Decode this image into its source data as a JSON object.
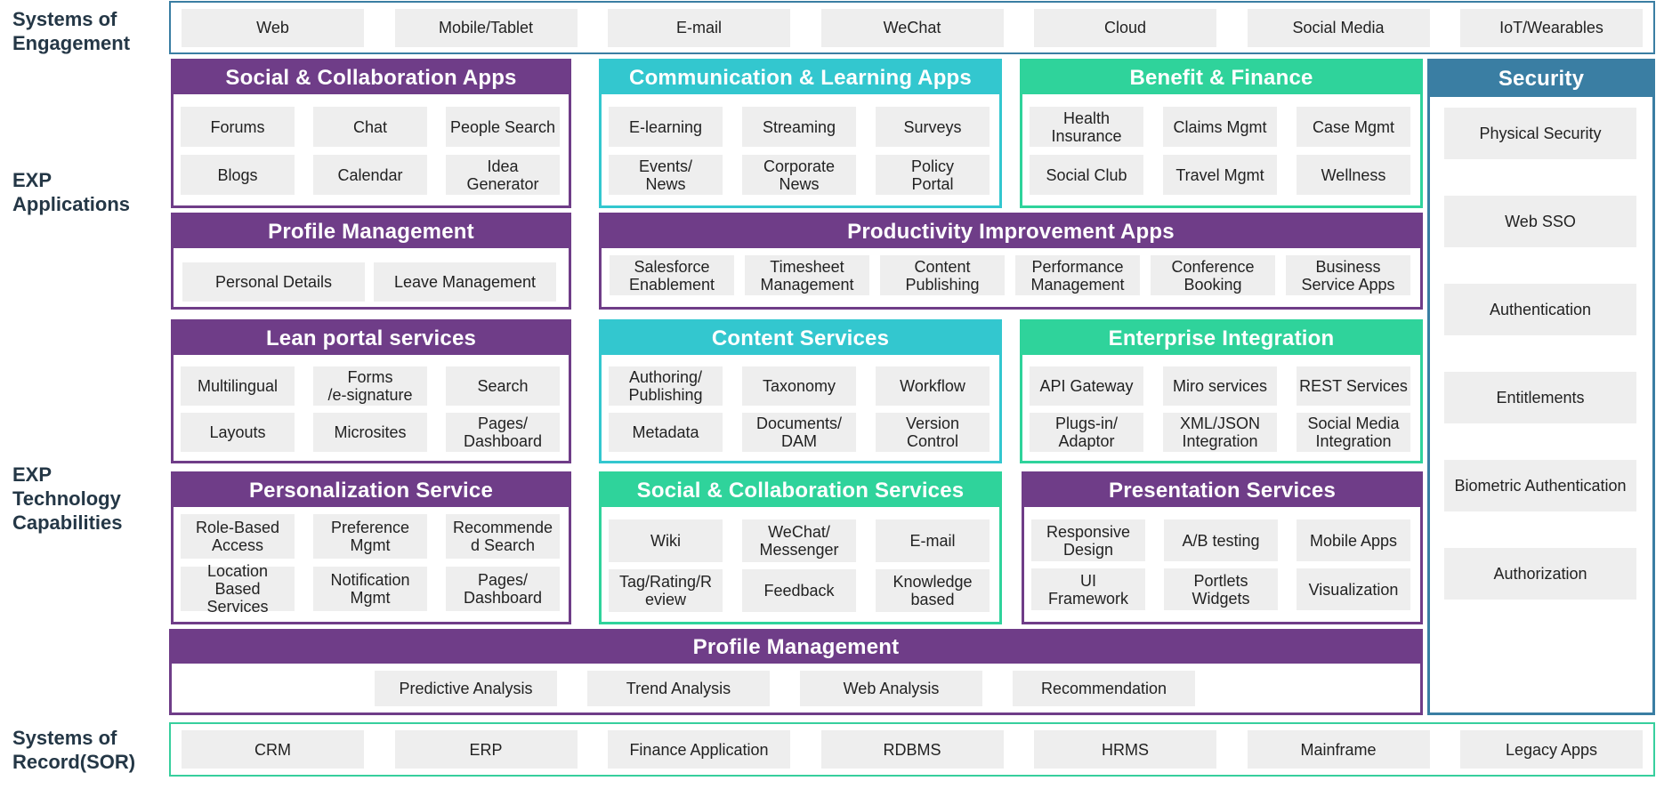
{
  "labels": {
    "engagement": [
      "Systems of",
      "Engagement"
    ],
    "applications": [
      "EXP",
      "Applications"
    ],
    "technology": [
      "EXP",
      "Technology",
      "Capabilities"
    ],
    "record": [
      "Systems of",
      "Record(SOR)"
    ]
  },
  "engagement_items": [
    "Web",
    "Mobile/Tablet",
    "E-mail",
    "WeChat",
    "Cloud",
    "Social Media",
    "IoT/Wearables"
  ],
  "record_items": [
    "CRM",
    "ERP",
    "Finance Application",
    "RDBMS",
    "HRMS",
    "Mainframe",
    "Legacy Apps"
  ],
  "panels": {
    "social_apps": {
      "title": "Social & Collaboration Apps",
      "items": [
        "Forums",
        "Chat",
        "People Search",
        "Blogs",
        "Calendar",
        "Idea\nGenerator"
      ]
    },
    "comm_learning": {
      "title": "Communication & Learning Apps",
      "items": [
        "E-learning",
        "Streaming",
        "Surveys",
        "Events/\nNews",
        "Corporate\nNews",
        "Policy\nPortal"
      ]
    },
    "benefit_finance": {
      "title": "Benefit & Finance",
      "items": [
        "Health\nInsurance",
        "Claims Mgmt",
        "Case Mgmt",
        "Social Club",
        "Travel Mgmt",
        "Wellness"
      ]
    },
    "profile_mgmt_apps": {
      "title": "Profile Management",
      "items": [
        "Personal Details",
        "Leave Management"
      ]
    },
    "productivity": {
      "title": "Productivity Improvement Apps",
      "items": [
        "Salesforce\nEnablement",
        "Timesheet\nManagement",
        "Content\nPublishing",
        "Performance\nManagement",
        "Conference\nBooking",
        "Business\nService Apps"
      ]
    },
    "lean_portal": {
      "title": "Lean portal services",
      "items": [
        "Multilingual",
        "Forms\n/e-signature",
        "Search",
        "Layouts",
        "Microsites",
        "Pages/\nDashboard"
      ]
    },
    "content_services": {
      "title": "Content Services",
      "items": [
        "Authoring/\nPublishing",
        "Taxonomy",
        "Workflow",
        "Metadata",
        "Documents/\nDAM",
        "Version\nControl"
      ]
    },
    "enterprise_integration": {
      "title": "Enterprise Integration",
      "items": [
        "API Gateway",
        "Miro services",
        "REST Services",
        "Plugs-in/\nAdaptor",
        "XML/JSON\nIntegration",
        "Social Media\nIntegration"
      ]
    },
    "personalization": {
      "title": "Personalization Service",
      "items": [
        "Role-Based\nAccess",
        "Preference\nMgmt",
        "Recommende\nd Search",
        "Location\nBased\nServices",
        "Notification\nMgmt",
        "Pages/\nDashboard"
      ]
    },
    "social_services": {
      "title": "Social & Collaboration Services",
      "items": [
        "Wiki",
        "WeChat/\nMessenger",
        "E-mail",
        "Tag/Rating/R\neview",
        "Feedback",
        "Knowledge\nbased"
      ]
    },
    "presentation": {
      "title": "Presentation Services",
      "items": [
        "Responsive\nDesign",
        "A/B testing",
        "Mobile Apps",
        "UI\nFramework",
        "Portlets\nWidgets",
        "Visualization"
      ]
    },
    "profile_mgmt_tech": {
      "title": "Profile Management",
      "items": [
        "Predictive Analysis",
        "Trend Analysis",
        "Web Analysis",
        "Recommendation"
      ]
    },
    "security": {
      "title": "Security",
      "items": [
        "Physical Security",
        "Web SSO",
        "Authentication",
        "Entitlements",
        "Biometric Authentication",
        "Authorization"
      ]
    }
  },
  "colors": {
    "purple": "#6f3d88",
    "teal": "#33c7cf",
    "green": "#2fd39b",
    "blue": "#3a7ea3",
    "chip": "#eeeeee"
  }
}
